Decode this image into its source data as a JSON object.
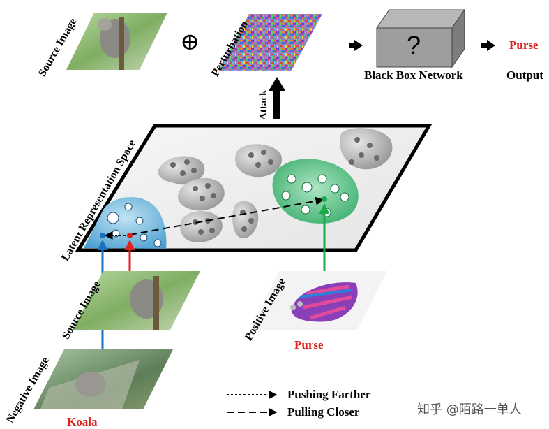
{
  "labels": {
    "source_image_top": "Source Image",
    "perturbation": "Perturbation",
    "black_box": "Black Box Network",
    "question_mark": "?",
    "output_value": "Purse",
    "output_label": "Output",
    "attack": "Attack",
    "latent_space": "Latent Representation Space",
    "source_image_bottom": "Source Image",
    "negative_image": "Negative Image",
    "negative_class": "Koala",
    "positive_image": "Positive Image",
    "positive_class": "Purse"
  },
  "legend": {
    "pushing": "Pushing Farther",
    "pulling": "Pulling Closer"
  },
  "symbols": {
    "plus": "⊕"
  },
  "watermark": "知乎 @陌路一单人",
  "colors": {
    "red_arrow": "#e0201c",
    "blue_arrow": "#1f6fbf",
    "green_arrow": "#1aab4a",
    "blue_cluster": "#4aa3d6",
    "green_cluster": "#2fb36a",
    "gray_cluster": "#9a9a9a"
  },
  "icons": {
    "source_koala": "koala-photo",
    "noise": "noise-texture",
    "purse": "purse-photo",
    "negative_koala": "koala-photo"
  }
}
